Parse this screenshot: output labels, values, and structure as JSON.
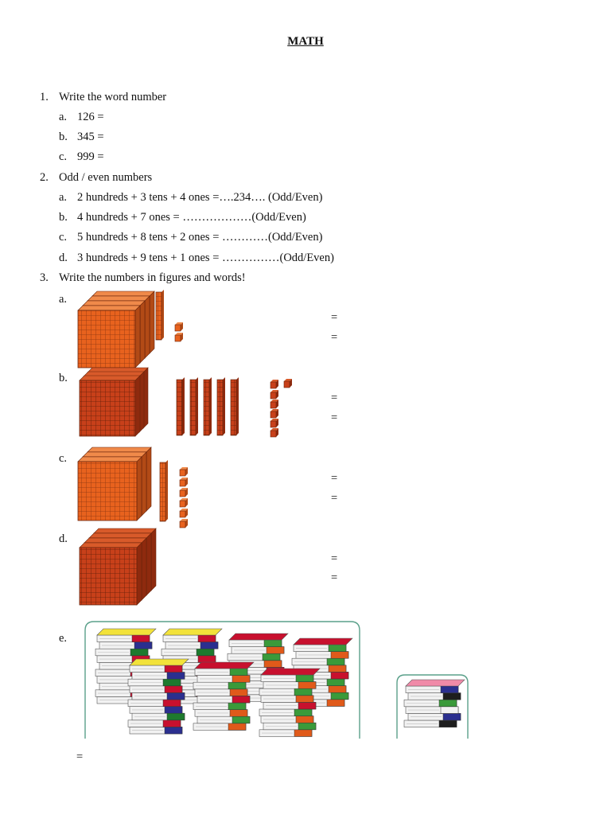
{
  "title": "MATH",
  "q1": {
    "number": "1.",
    "text": "Write the word number",
    "items": [
      {
        "letter": "a.",
        "text": "126 ="
      },
      {
        "letter": "b.",
        "text": "345 ="
      },
      {
        "letter": "c.",
        "text": "999 ="
      }
    ]
  },
  "q2": {
    "number": "2.",
    "text": "Odd / even numbers",
    "items": [
      {
        "letter": "a.",
        "text": "2 hundreds + 3 tens + 4 ones =….234…. (Odd/Even)"
      },
      {
        "letter": "b.",
        "text": "4 hundreds + 7 ones = ………………(Odd/Even)"
      },
      {
        "letter": "c.",
        "text": "5 hundreds + 8 tens + 2 ones = …………(Odd/Even)"
      },
      {
        "letter": "d.",
        "text": "3 hundreds + 9 tens + 1 ones = ……………(Odd/Even)"
      }
    ]
  },
  "q3": {
    "number": "3.",
    "text": "Write the numbers in figures and words!",
    "items": [
      {
        "letter": "a.",
        "eq1": "=",
        "eq2": "="
      },
      {
        "letter": "b.",
        "eq1": "=",
        "eq2": "="
      },
      {
        "letter": "c.",
        "eq1": "=",
        "eq2": "="
      },
      {
        "letter": "d.",
        "eq1": "=",
        "eq2": "="
      },
      {
        "letter": "e.",
        "eq": "="
      }
    ]
  },
  "colors": {
    "block_light": "#e8621e",
    "block_dark": "#c8401a",
    "block_edge": "#7a2a0c",
    "frame_green": "#5aa08a"
  }
}
